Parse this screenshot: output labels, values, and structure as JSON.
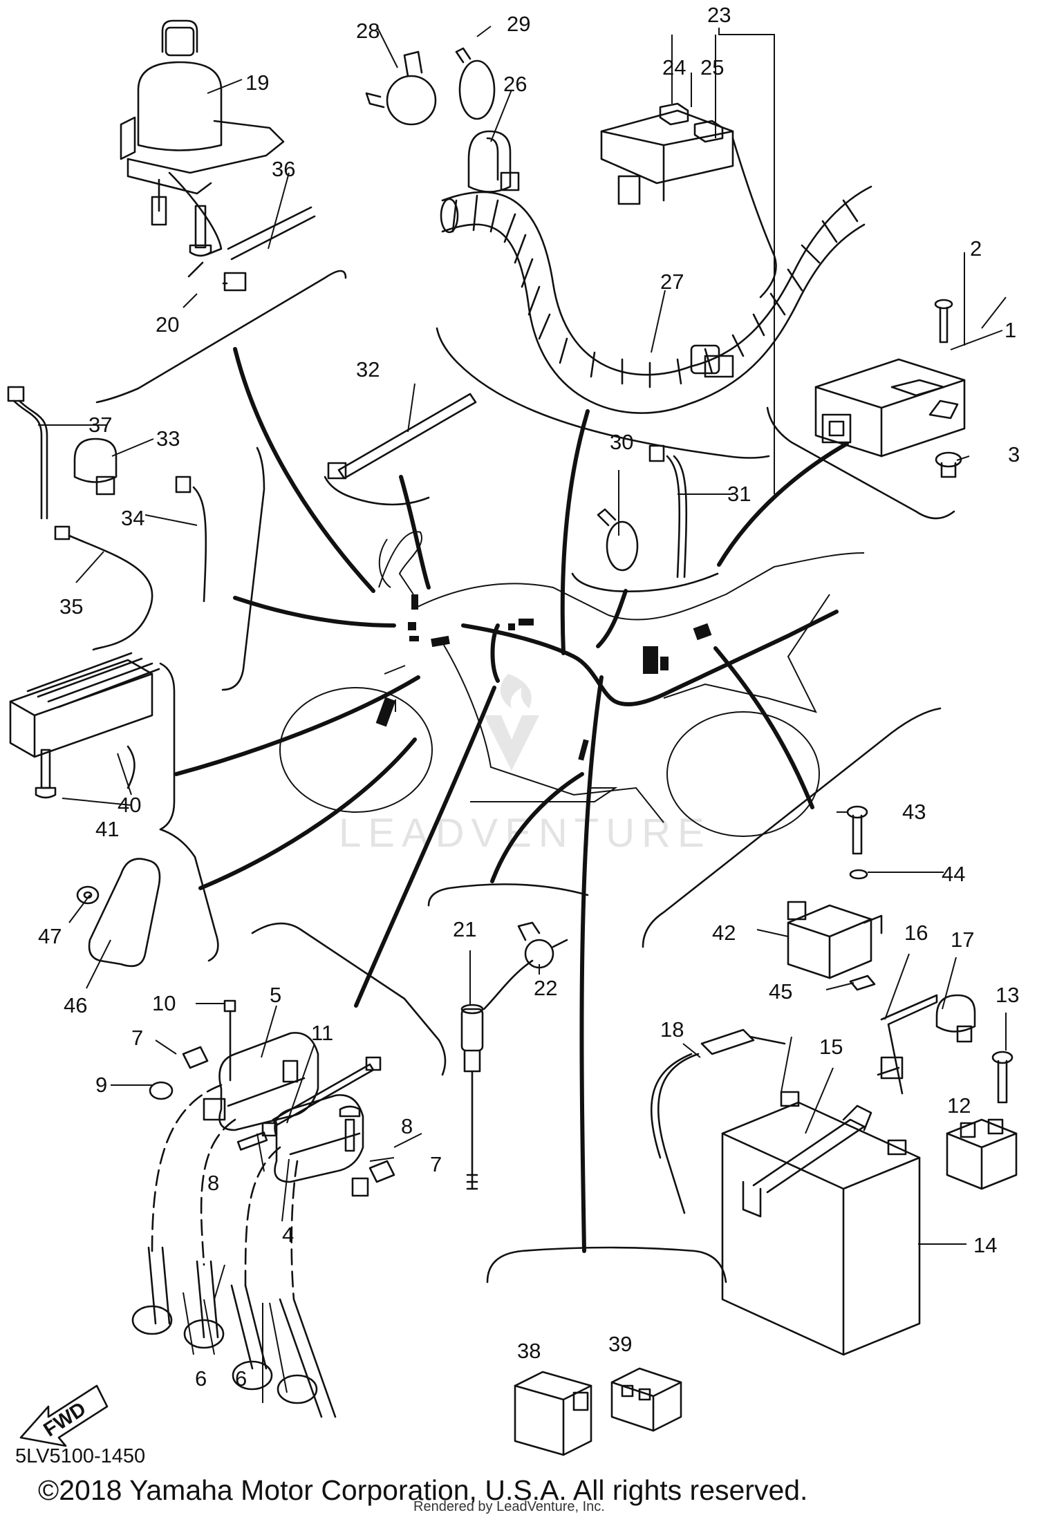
{
  "diagram": {
    "part_code": "5LV5100-1450",
    "copyright": "©2018 Yamaha Motor Corporation, U.S.A. All rights reserved.",
    "rendered_by": "Rendered by LeadVenture, Inc.",
    "watermark": "LEADVENTURE",
    "fwd_label": "FWD",
    "callouts": {
      "c1": "1",
      "c2": "2",
      "c3": "3",
      "c4": "4",
      "c5": "5",
      "c6a": "6",
      "c6b": "6",
      "c7a": "7",
      "c7b": "7",
      "c8a": "8",
      "c8b": "8",
      "c9": "9",
      "c10": "10",
      "c11": "11",
      "c12": "12",
      "c13": "13",
      "c14": "14",
      "c15": "15",
      "c16": "16",
      "c17": "17",
      "c18": "18",
      "c19": "19",
      "c20": "20",
      "c21": "21",
      "c22": "22",
      "c23": "23",
      "c24": "24",
      "c25": "25",
      "c26": "26",
      "c27": "27",
      "c28": "28",
      "c29": "29",
      "c30": "30",
      "c31": "31",
      "c32": "32",
      "c33": "33",
      "c34": "34",
      "c35": "35",
      "c36": "36",
      "c37": "37",
      "c38": "38",
      "c39": "39",
      "c40": "40",
      "c41": "41",
      "c42": "42",
      "c43": "43",
      "c44": "44",
      "c45": "45",
      "c46": "46",
      "c47": "47"
    }
  }
}
